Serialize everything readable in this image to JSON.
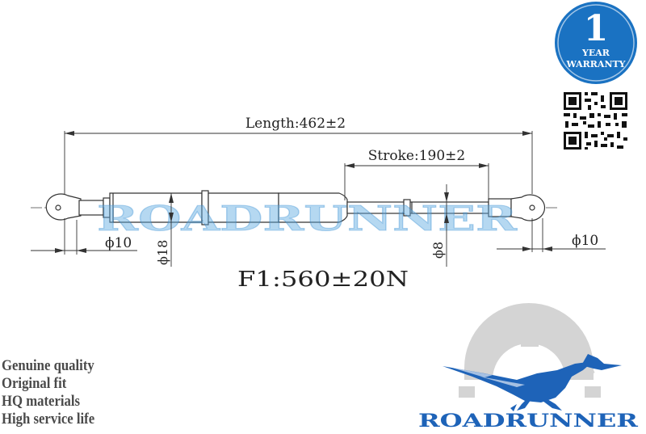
{
  "dimensions": {
    "length": "Length:462±2",
    "stroke": "Stroke:190±2",
    "left_eye_dia": "ϕ10",
    "right_eye_dia": "ϕ10",
    "body_dia": "ϕ18",
    "rod_dia": "ϕ8",
    "force": "F1:560±20N"
  },
  "watermark": "ROADRUNNER",
  "warranty": {
    "number": "1",
    "line1": "YEAR",
    "line2": "WARRANTY"
  },
  "features": [
    "Genuine quality",
    "Original fit",
    "HQ materials",
    "High service life"
  ],
  "brand": {
    "name": "ROADRUNNER"
  },
  "colors": {
    "brand_blue": "#1e63b8",
    "badge_blue": "#1a72c2",
    "gear_grey": "#d4d4d4",
    "line": "#333333"
  }
}
